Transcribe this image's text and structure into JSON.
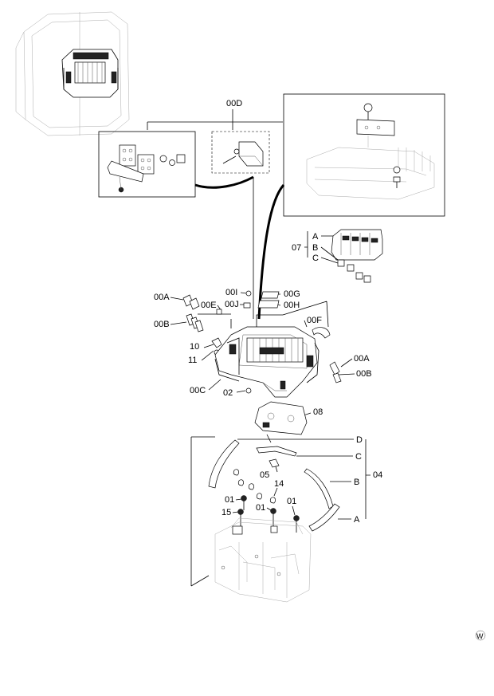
{
  "labels": {
    "l00D": "00D",
    "l07": "07",
    "l07A": "A",
    "l07B": "B",
    "l07C": "C",
    "l00A_left": "00A",
    "l00B_left": "00B",
    "l00E": "00E",
    "l00I": "00I",
    "l00J": "00J",
    "l00G": "00G",
    "l00H": "00H",
    "l00F": "00F",
    "l10": "10",
    "l11": "11",
    "l00C": "00C",
    "l02": "02",
    "l00A_right": "00A",
    "l00B_right": "00B",
    "l08": "08",
    "l04D": "D",
    "l04C": "C",
    "l04B": "B",
    "l04A": "A",
    "l04": "04",
    "l05": "05",
    "l14": "14",
    "l01a": "01",
    "l01b": "01",
    "l01c": "01",
    "l15": "15",
    "watermark": "W"
  }
}
